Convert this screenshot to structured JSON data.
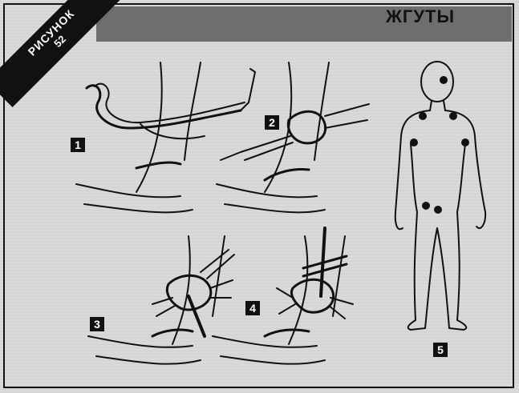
{
  "header": {
    "title": "ЖГУТЫ",
    "ribbon_line1": "РИСУНОК",
    "ribbon_line2": "52"
  },
  "steps": [
    {
      "label": "1"
    },
    {
      "label": "2"
    },
    {
      "label": "3"
    },
    {
      "label": "4"
    },
    {
      "label": "5"
    }
  ],
  "colors": {
    "ink": "#111111",
    "band": "#6e6e6e",
    "paper": "#d9d9d9"
  },
  "icons": [
    "tourniquet-step-drawing",
    "human-body-figure",
    "tourniquet-point-dot"
  ]
}
